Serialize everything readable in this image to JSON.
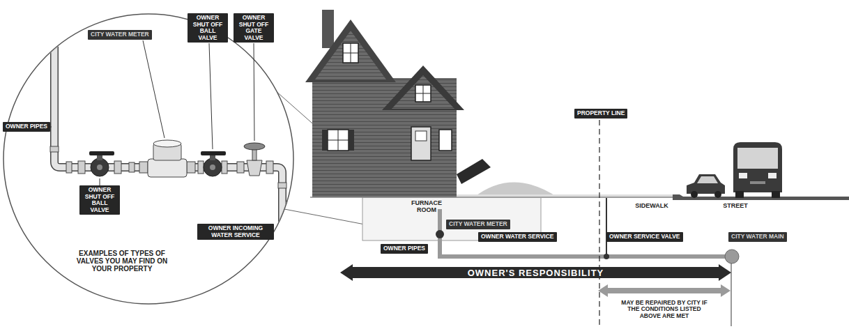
{
  "diagram": {
    "nodes": [
      {
        "text": [
          "CITY WATER METER"
        ]
      },
      {
        "text": [
          "OWNER SHUT OFF BALL VALVE"
        ]
      },
      {
        "text": [
          "OWNER SHUT OFF GATE VALVE"
        ]
      },
      {
        "text": [
          "OWNER PIPES"
        ]
      },
      {
        "text": [
          "OWNER SHUT OFF BALL VALVE"
        ]
      },
      {
        "text": [
          "OWNER INCOMING WATER SERVICE"
        ]
      },
      {
        "text": [
          "PROPERTY LINE"
        ]
      },
      {
        "text": [
          "CITY WATER METER"
        ]
      },
      {
        "text": [
          "OWNER WATER SERVICE"
        ]
      },
      {
        "text": [
          "OWNER SERVICE VALVE"
        ]
      },
      {
        "text": [
          "CITY WATER MAIN"
        ]
      },
      {
        "text": [
          "OWNER PIPES"
        ]
      },
      {
        "text": [
          "OWNER'S RESPONSIBILITY"
        ]
      }
    ],
    "labels": [
      "EXAMPLES OF TYPES OF VALVES YOU MAY FIND ON YOUR PROPERTY",
      "FURNACE ROOM",
      "SIDEWALK",
      "STREET",
      "MAY BE REPAIRED BY CITY IF THE CONDITIONS LISTED ABOVE ARE MET"
    ]
  }
}
